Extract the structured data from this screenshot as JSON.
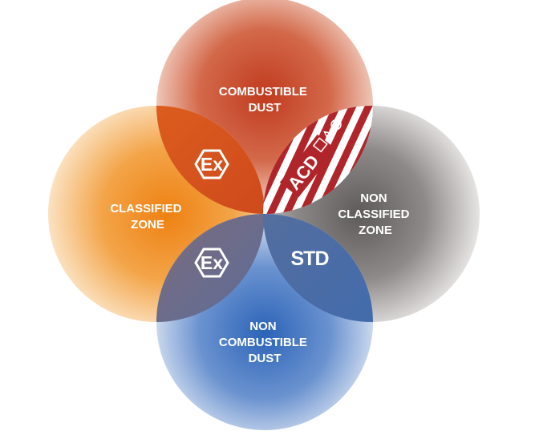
{
  "zones": {
    "top": {
      "lines": [
        "COMBUSTIBLE",
        "DUST"
      ],
      "color": "#c9492a"
    },
    "left": {
      "lines": [
        "CLASSIFIED",
        "ZONE"
      ],
      "color": "#ef8a1c"
    },
    "right": {
      "lines": [
        "NON",
        "CLASSIFIED",
        "ZONE"
      ],
      "color": "#6b6b6b"
    },
    "bottom": {
      "lines": [
        "NON",
        "COMBUSTIBLE",
        "DUST"
      ],
      "color": "#3b73c0"
    }
  },
  "overlaps": {
    "top_left": {
      "symbol": "Ex",
      "color": "#d9541f"
    },
    "top_right": {
      "symbol": "ACD",
      "stripe_color": "#b0252a"
    },
    "bottom_left": {
      "symbol": "Ex",
      "color": "#8a6d78"
    },
    "bottom_right": {
      "symbol": "STD",
      "color": "#4a6aa0"
    }
  }
}
